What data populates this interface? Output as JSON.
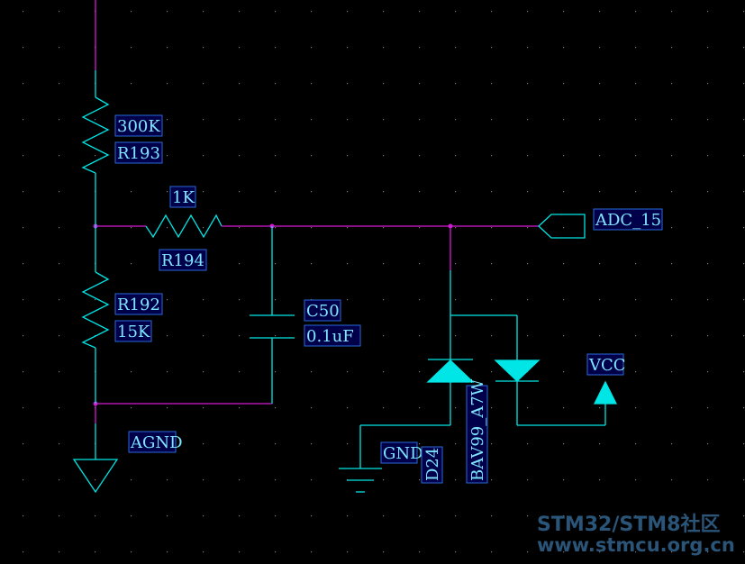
{
  "schematic": {
    "resistors": {
      "r193": {
        "ref": "R193",
        "value": "300K"
      },
      "r194": {
        "ref": "R194",
        "value": "1K"
      },
      "r192": {
        "ref": "R192",
        "value": "15K"
      }
    },
    "capacitor": {
      "ref": "C50",
      "value": "0.1uF"
    },
    "diode": {
      "ref": "D24",
      "part": "BAV99_A7W"
    },
    "net_labels": {
      "adc": "ADC_15",
      "vcc": "VCC",
      "agnd": "AGND",
      "gnd": "GND"
    }
  },
  "colors": {
    "background": "#000000",
    "component": "#00e5e5",
    "wire": "#d21ad2",
    "label_text": "#7fe6ff",
    "label_box": "#2a6ad8",
    "grid_dot": "#7a7a7a"
  },
  "watermark": {
    "line1": "STM32/STM8社区",
    "line2": "www.stmcu.org.cn"
  }
}
